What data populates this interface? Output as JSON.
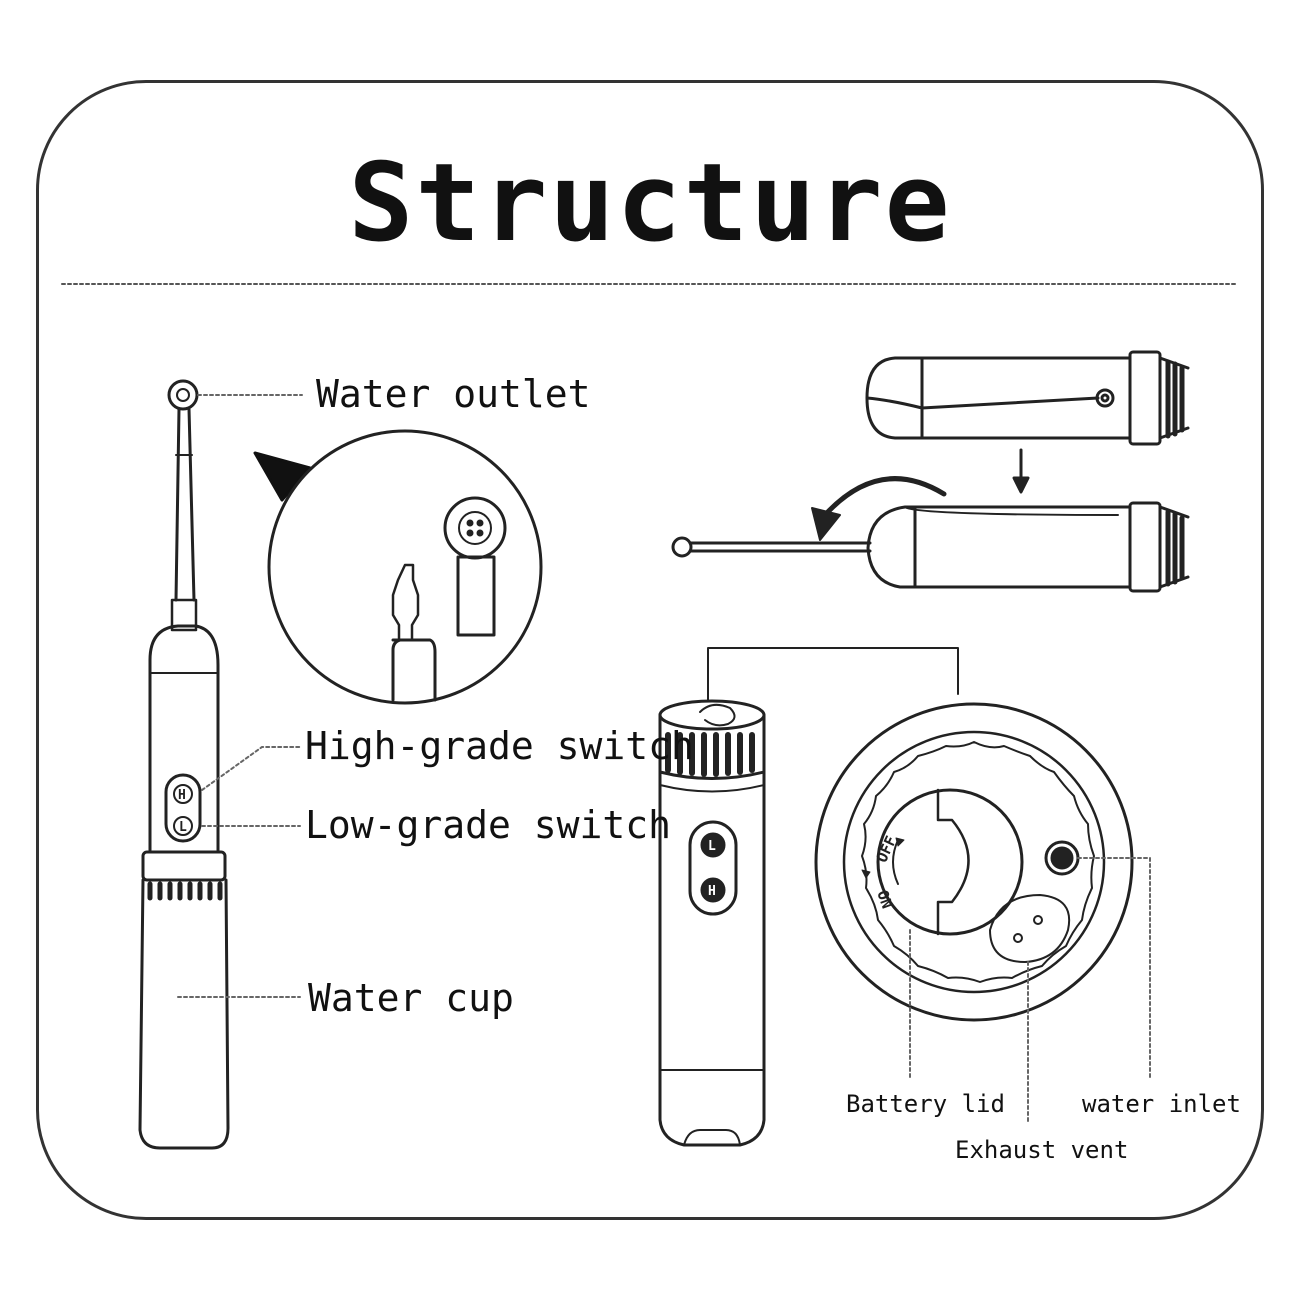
{
  "title": "Structure",
  "labels": {
    "water_outlet": "Water outlet",
    "high_grade_switch": "High-grade switch",
    "low_grade_switch": "Low-grade switch",
    "water_cup": "Water cup",
    "battery_lid": "Battery lid",
    "exhaust_vent": "Exhaust vent",
    "water_inlet": "water inlet"
  },
  "device_marks": {
    "high_button": "H",
    "low_button": "L",
    "dial_off": "OFF",
    "dial_on": "ON"
  },
  "colors": {
    "line": "#222222",
    "background": "#ffffff"
  }
}
